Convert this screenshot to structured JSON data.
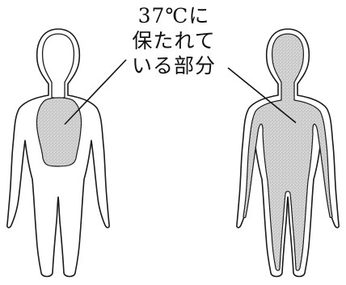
{
  "label": {
    "lines": [
      "37℃に",
      "保たれて",
      "いる部分"
    ]
  },
  "figures": [
    {
      "name": "left-body",
      "description_visible": false
    },
    {
      "name": "right-body",
      "description_visible": false
    }
  ],
  "colors": {
    "line": "#1a1a1a",
    "stipple_base": "#d4d4d4",
    "stipple_dot": "#8a8a8a",
    "background": "#ffffff"
  }
}
